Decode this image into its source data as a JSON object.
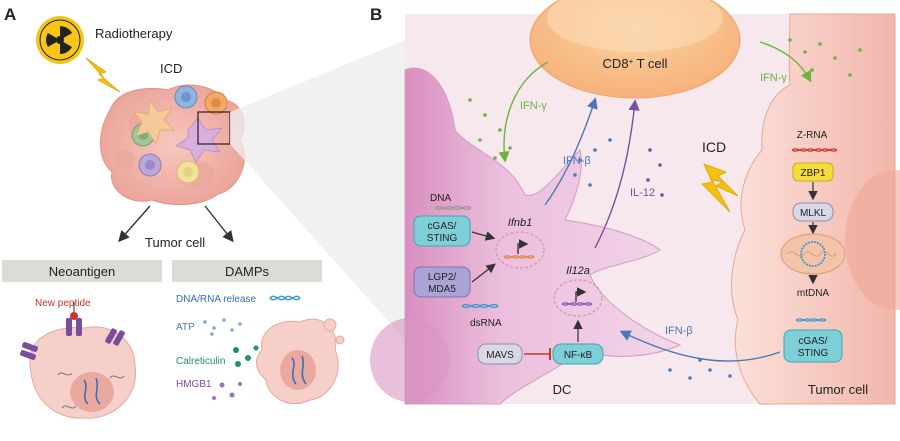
{
  "panel_a": {
    "label": "A",
    "radiotherapy": "Radiotherapy",
    "icd": "ICD",
    "tumor_cell": "Tumor cell",
    "neoantigen_header": "Neoantigen",
    "damps_header": "DAMPs",
    "new_peptide": "New peptide",
    "damps_items": [
      "DNA/RNA release",
      "ATP",
      "Calreticulin",
      "HMGB1"
    ]
  },
  "panel_b": {
    "label": "B",
    "cd8_cell": "CD8",
    "cd8_sup": "+",
    "cd8_suffix": " T cell",
    "ifn_gamma_left": "IFN-γ",
    "ifn_gamma_right": "IFN-γ",
    "ifn_beta_top": "IFN-β",
    "il12": "IL-12",
    "dna": "DNA",
    "cgas_sting_left": [
      "cGAS/",
      "STING"
    ],
    "ifnb1": "Ifnb1",
    "lgp2_mda5": [
      "LGP2/",
      "MDA5"
    ],
    "il12a": "Il12a",
    "dsrna": "dsRNA",
    "mavs": "MAVS",
    "nfkb": "NF-κB",
    "dc": "DC",
    "icd": "ICD",
    "z_rna": "Z-RNA",
    "zbp1": "ZBP1",
    "mlkl": "MLKL",
    "mtdna": "mtDNA",
    "cgas_sting_right": [
      "cGAS/",
      "STING"
    ],
    "ifn_beta_bottom": "IFN-β",
    "tumor_cell": "Tumor cell"
  },
  "colors": {
    "ifn_gamma": "#6cb33f",
    "ifn_beta": "#4a78b5",
    "il12": "#7a4e9e",
    "box_teal": "#7fcfd8",
    "box_purple": "#a9a3d6",
    "box_yellow": "#f5dc3c",
    "inhibit": "#c0392b",
    "icd_bolt": "#f4c20d"
  }
}
